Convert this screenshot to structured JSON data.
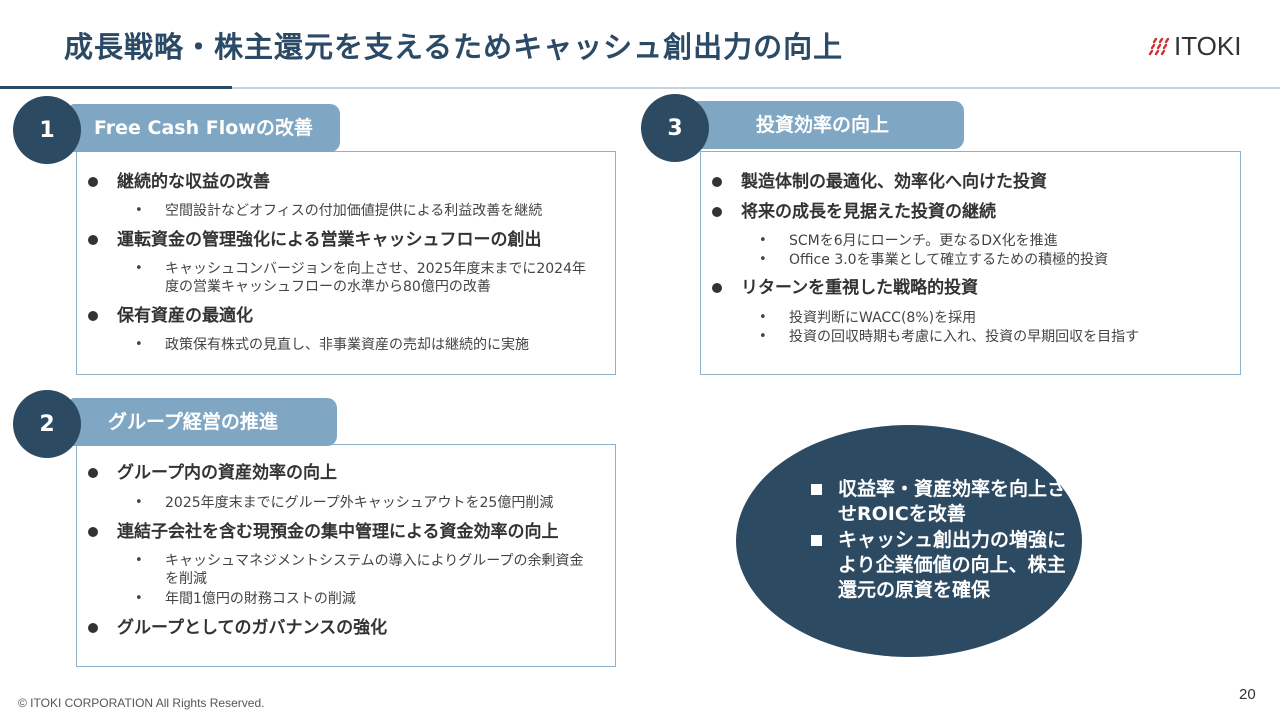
{
  "page": {
    "title": "成長戦略・株主還元を支えるためキャッシュ創出力の向上",
    "logo_text": "ITOKI",
    "footer": "© ITOKI CORPORATION All Rights Reserved.",
    "page_number": "20"
  },
  "colors": {
    "navy": "#2d4a63",
    "tab_blue": "#7fa7c3",
    "box_border": "#8fb0c6",
    "logo_red": "#d62a2a"
  },
  "sections": [
    {
      "number": "1",
      "heading": "Free Cash Flowの改善",
      "items": [
        {
          "label": "継続的な収益の改善",
          "subs": [
            "空間設計などオフィスの付加価値提供による利益改善を継続"
          ]
        },
        {
          "label": "運転資金の管理強化による営業キャッシュフローの創出",
          "subs": [
            "キャッシュコンバージョンを向上させ、2025年度末までに2024年度の営業キャッシュフローの水準から80億円の改善"
          ]
        },
        {
          "label": "保有資産の最適化",
          "subs": [
            "政策保有株式の見直し、非事業資産の売却は継続的に実施"
          ]
        }
      ]
    },
    {
      "number": "2",
      "heading": "グループ経営の推進",
      "items": [
        {
          "label": "グループ内の資産効率の向上",
          "subs": [
            "2025年度末までにグループ外キャッシュアウトを25億円削減"
          ]
        },
        {
          "label": "連結子会社を含む現預金の集中管理による資金効率の向上",
          "subs": [
            "キャッシュマネジメントシステムの導入によりグループの余剰資金を削減",
            "年間1億円の財務コストの削減"
          ]
        },
        {
          "label": "グループとしてのガバナンスの強化",
          "subs": []
        }
      ]
    },
    {
      "number": "3",
      "heading": "投資効率の向上",
      "items": [
        {
          "label": "製造体制の最適化、効率化へ向けた投資",
          "subs": []
        },
        {
          "label": "将来の成長を見据えた投資の継続",
          "subs": [
            "SCMを6月にローンチ。更なるDX化を推進",
            "Office 3.0を事業として確立するための積極的投資"
          ]
        },
        {
          "label": "リターンを重視した戦略的投資",
          "subs": [
            "投資判断にWACC(8%)を採用",
            "投資の回収時期も考慮に入れ、投資の早期回収を目指す"
          ]
        }
      ]
    }
  ],
  "summary": {
    "items": [
      "収益率・資産効率を向上させROICを改善",
      "キャッシュ創出力の増強により企業価値の向上、株主還元の原資を確保"
    ]
  }
}
